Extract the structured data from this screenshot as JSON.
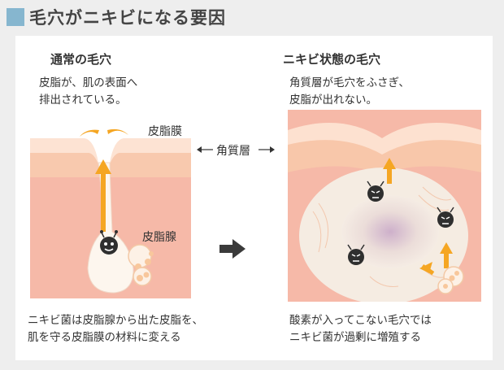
{
  "title": "毛穴がニキビになる要因",
  "left": {
    "heading": "通常の毛穴",
    "desc_line1": "皮脂が、肌の表面へ",
    "desc_line2": "排出されている。",
    "label_membrane": "皮脂膜",
    "label_gland": "皮脂腺",
    "caption_line1": "ニキビ菌は皮脂腺から出た皮脂を、",
    "caption_line2": "肌を守る皮脂膜の材料に変える"
  },
  "middle": {
    "label_stratum": "角質層"
  },
  "right": {
    "heading": "ニキビ状態の毛穴",
    "desc_line1": "角質層が毛穴をふさぎ、",
    "desc_line2": "皮脂が出れない。",
    "caption_line1": "酸素が入ってこない毛穴では",
    "caption_line2": "ニキビ菌が過剰に増殖する"
  },
  "colors": {
    "accent_square": "#86b6cf",
    "skin_top": "#fbd8c6",
    "skin_band": "#f8c6aa",
    "skin_lower": "#f6b9a8",
    "arrow_orange": "#f5a623",
    "dark_arrow": "#3a3a3a"
  }
}
